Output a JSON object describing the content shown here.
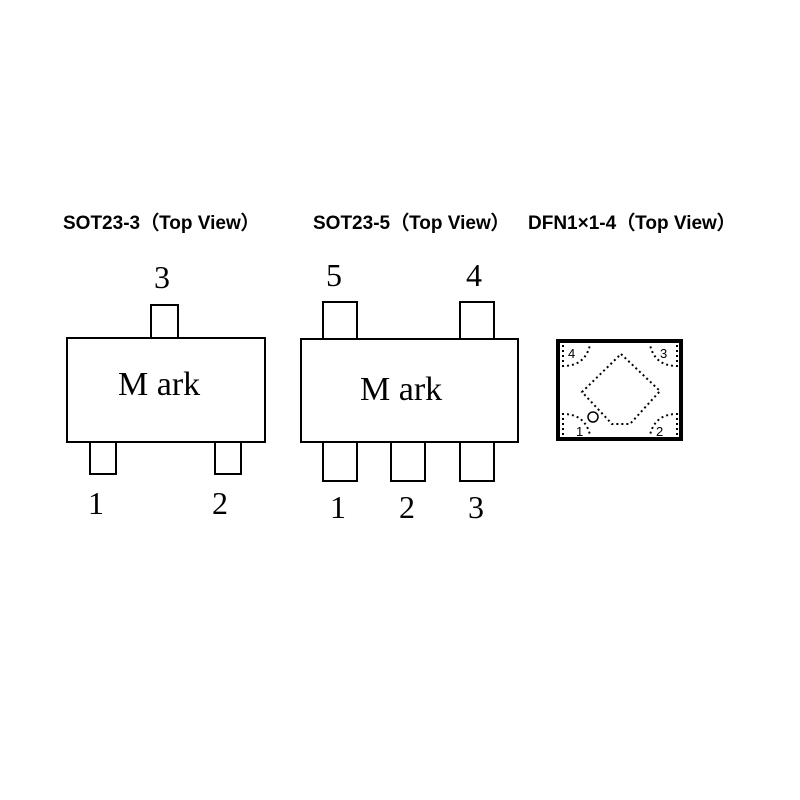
{
  "packages": [
    {
      "title": "SOT23-3（Top View）",
      "mark": "M ark",
      "pins": [
        "3",
        "1",
        "2"
      ]
    },
    {
      "title": "SOT23-5（Top View）",
      "mark": "M ark",
      "pins": [
        "5",
        "4",
        "1",
        "2",
        "3"
      ]
    },
    {
      "title": "DFN1×1-4（Top View）",
      "pins": [
        "4",
        "3",
        "1",
        "2"
      ]
    }
  ]
}
